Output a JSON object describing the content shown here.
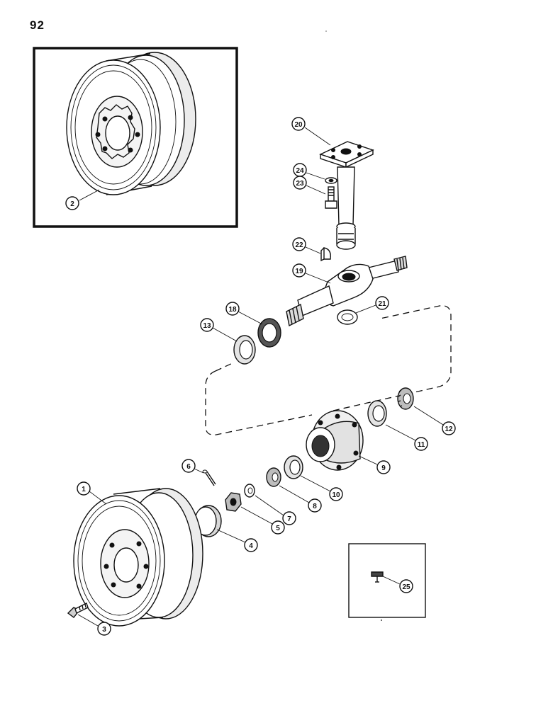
{
  "page": {
    "number": "92"
  },
  "callouts": {
    "c1": "1",
    "c2": "2",
    "c3": "3",
    "c4": "4",
    "c5": "5",
    "c6": "6",
    "c7": "7",
    "c8": "8",
    "c9": "9",
    "c10": "10",
    "c11": "11",
    "c12": "12",
    "c13": "13",
    "c18": "18",
    "c19": "19",
    "c20": "20",
    "c21": "21",
    "c22": "22",
    "c23": "23",
    "c24": "24",
    "c25": "25"
  }
}
